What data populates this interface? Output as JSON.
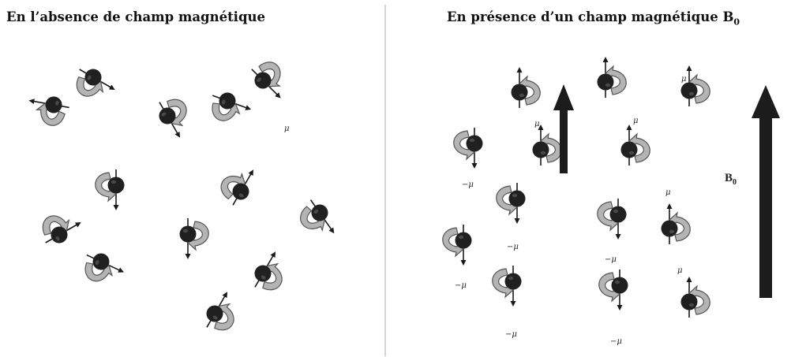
{
  "panels": {
    "left": {
      "title": "En l’absence de champ magnétique",
      "moment_label": "μ"
    },
    "right": {
      "title_prefix": "En présence d’un champ magnétique B",
      "title_subscript": "0",
      "moment_label_up": "μ",
      "moment_label_down": "−μ",
      "field_label": "B",
      "field_label_subscript": "0"
    }
  },
  "colors": {
    "sphere": "#202020",
    "spin_arrow_fill": "#b4b4b4",
    "spin_arrow_stroke": "#555555",
    "field_arrow": "#1c1c1c",
    "divider": "#d4d4d4"
  },
  "icons": {
    "proton": "spinning-proton-icon",
    "field": "field-arrow-icon"
  }
}
